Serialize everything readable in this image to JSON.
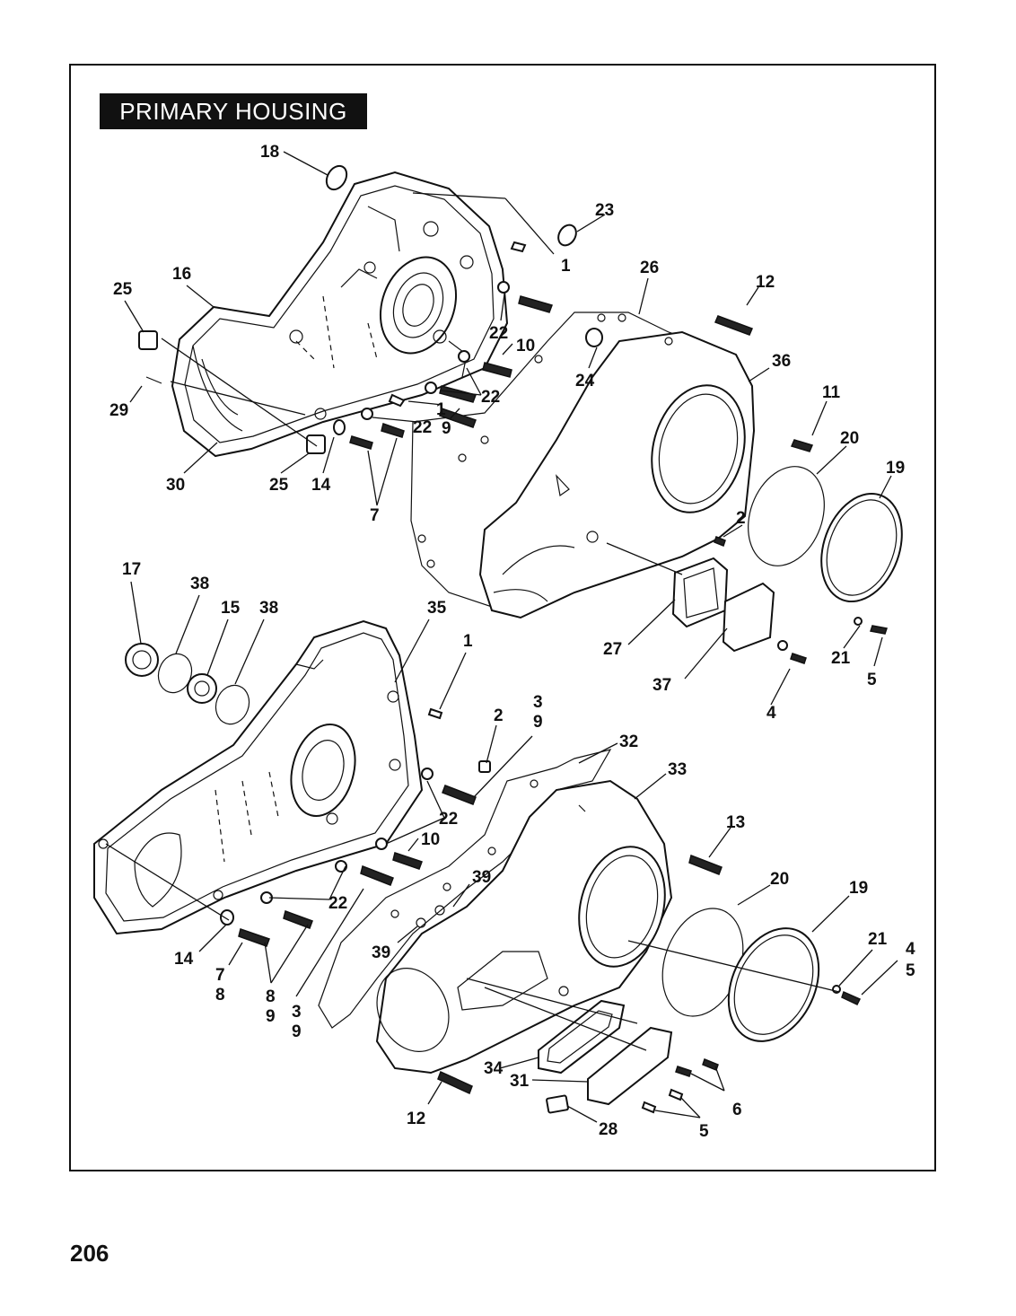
{
  "header": {
    "title": "PRIMARY HOUSING"
  },
  "footer": {
    "page_number": "206"
  },
  "callouts": {
    "c18": "18",
    "c23": "23",
    "c1a": "1",
    "c26": "26",
    "c12a": "12",
    "c16": "16",
    "c25a": "25",
    "c22a": "22",
    "c10a": "10",
    "c24": "24",
    "c36": "36",
    "c22b": "22",
    "c1b": "1",
    "c11": "11",
    "c29": "29",
    "c22c": "22",
    "c9a": "9",
    "c20a": "20",
    "c19a": "19",
    "c30": "30",
    "c25b": "25",
    "c14a": "14",
    "c7a": "7",
    "c2a": "2",
    "c17": "17",
    "c38a": "38",
    "c15": "15",
    "c38b": "38",
    "c35": "35",
    "c1c": "1",
    "c27": "27",
    "c21a": "21",
    "c37": "37",
    "c5a": "5",
    "c4a": "4",
    "c3a": "3",
    "c9b": "9",
    "c2b": "2",
    "c32": "32",
    "c33": "33",
    "c22d": "22",
    "c10b": "10",
    "c13": "13",
    "c20b": "20",
    "c19b": "19",
    "c39a": "39",
    "c22e": "22",
    "c39b": "39",
    "c21b": "21",
    "c4b": "4",
    "c5b": "5",
    "c14b": "14",
    "c7b": "7",
    "c8a": "8",
    "c8b": "8",
    "c9c": "9",
    "c3b": "3",
    "c9d": "9",
    "c34": "34",
    "c31": "31",
    "c6": "6",
    "c12b": "12",
    "c28": "28",
    "c5c": "5"
  }
}
